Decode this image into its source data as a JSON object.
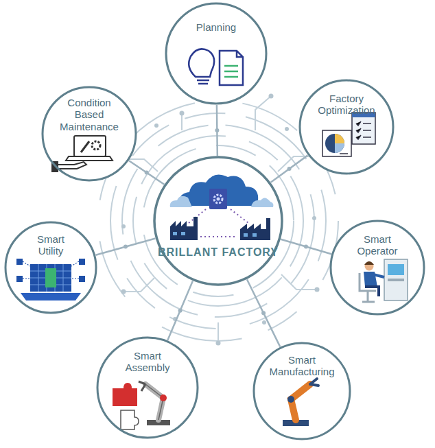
{
  "diagram": {
    "nodes": [
      {
        "text": [
          "Planning"
        ]
      },
      {
        "text": [
          "Condition Based Maintenance"
        ]
      },
      {
        "text": [
          "Factory Optimization"
        ]
      },
      {
        "text": [
          "Smart Utility"
        ]
      },
      {
        "text": [
          "BRILLANT FACTORY"
        ]
      },
      {
        "text": [
          "Smart Operator"
        ]
      },
      {
        "text": [
          "Smart Assembly"
        ]
      },
      {
        "text": [
          "Smart Manufacturing"
        ]
      }
    ],
    "edges": [
      {
        "from": 4,
        "to": 0,
        "arrow": "none"
      },
      {
        "from": 4,
        "to": 1,
        "arrow": "none"
      },
      {
        "from": 4,
        "to": 2,
        "arrow": "none"
      },
      {
        "from": 4,
        "to": 3,
        "arrow": "none"
      },
      {
        "from": 4,
        "to": 5,
        "arrow": "none"
      },
      {
        "from": 4,
        "to": 6,
        "arrow": "none"
      },
      {
        "from": 4,
        "to": 7,
        "arrow": "none"
      }
    ]
  }
}
